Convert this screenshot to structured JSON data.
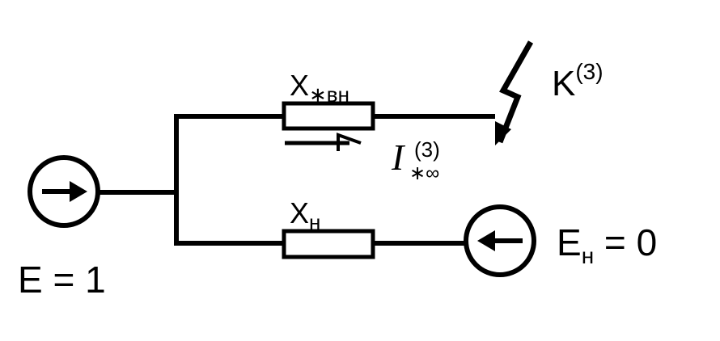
{
  "source_left": {
    "label": "E = 1",
    "arrow": "right-arrow-icon"
  },
  "source_right": {
    "label_main": "E",
    "label_sub": "н",
    "label_rest": " = 0",
    "arrow": "left-arrow-icon"
  },
  "resistor_top": {
    "label_main": "X",
    "label_sub": "∗вн"
  },
  "resistor_bottom": {
    "label_main": "X",
    "label_sub": "н"
  },
  "fault": {
    "label_main": "K",
    "label_sup": "(3)"
  },
  "current": {
    "label_main": "I",
    "label_sub": "∗∞",
    "label_sup": "(3)"
  }
}
